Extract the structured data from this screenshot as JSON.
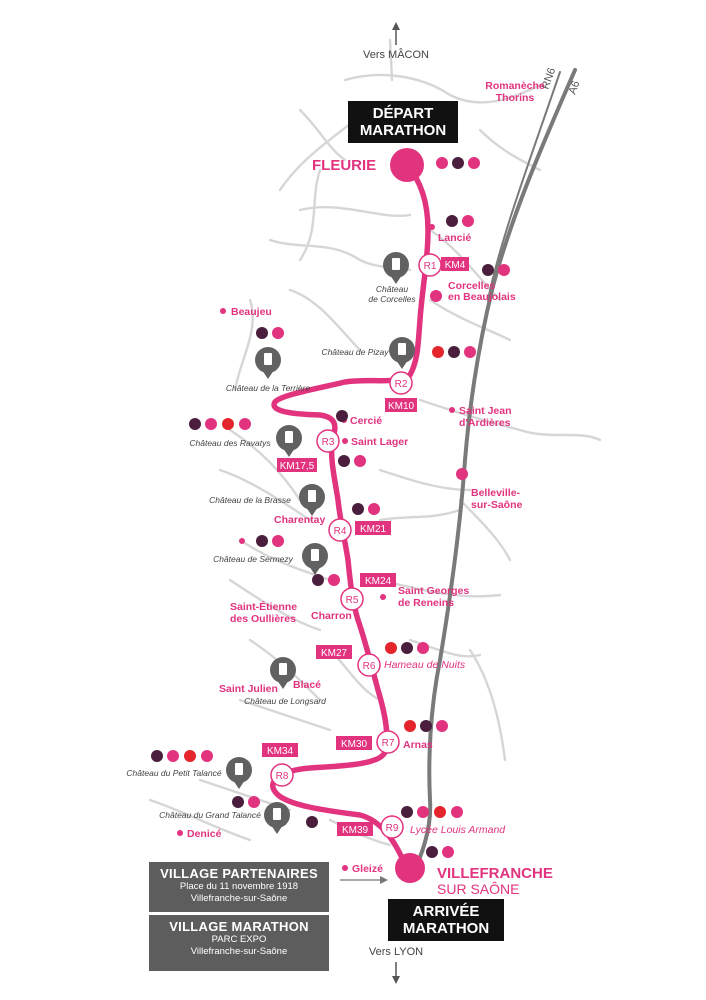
{
  "directions": {
    "north": "Vers MÂCON",
    "south": "Vers LYON"
  },
  "roads": {
    "rn6": "RN6",
    "a6": "A6"
  },
  "start_label": [
    "DÉPART",
    "MARATHON"
  ],
  "finish_label": [
    "ARRIVÉE",
    "MARATHON"
  ],
  "start_town": "FLEURIE",
  "finish_town": [
    "VILLEFRANCHE",
    "SUR SAÔNE"
  ],
  "towns": {
    "romaneche": [
      "Romanèche",
      "Thorins"
    ],
    "lancie": "Lancié",
    "corcelles": [
      "Corcelles",
      "en Beaujolais"
    ],
    "beaujeu": "Beaujeu",
    "saint_jean": [
      "Saint Jean",
      "d'Ardières"
    ],
    "cercie": "Cercié",
    "saint_lager": "Saint Lager",
    "belleville": [
      "Belleville-",
      "sur-Saône"
    ],
    "charentay": "Charentay",
    "saint_georges": [
      "Saint Georges",
      "de Reneins"
    ],
    "saint_etienne": [
      "Saint-Étienne",
      "des Oullières"
    ],
    "charron": "Charron",
    "hameau": "Hameau de Nuits",
    "saint_julien": "Saint Julien",
    "blace": "Blacé",
    "arnas": "Arnas",
    "lycee": "Lycée Louis Armand",
    "denice": "Denicé",
    "gleize": "Gleizé"
  },
  "chateaux": {
    "corcelles": [
      "Château",
      "de Corcelles"
    ],
    "pizay": "Château de Pizay",
    "terriere": "Château de la Terrière",
    "ravatys": "Château des Ravatys",
    "brasse": "Château de la Brasse",
    "sermezy": "Château de Sermezy",
    "longsard": "Château de Longsard",
    "petit_talance": "Château du Petit Talancé",
    "grand_talance": "Château du Grand Talancé"
  },
  "refreshments": [
    "R1",
    "R2",
    "R3",
    "R4",
    "R5",
    "R6",
    "R7",
    "R8",
    "R9"
  ],
  "km_markers": [
    "KM4",
    "KM10",
    "KM17,5",
    "KM21",
    "KM24",
    "KM27",
    "KM30",
    "KM34",
    "KM39"
  ],
  "village_partenaires": {
    "title": "VILLAGE PARTENAIRES",
    "line1": "Place du 11 novembre 1918",
    "line2": "Villefranche-sur-Saône"
  },
  "village_marathon": {
    "title": "VILLAGE MARATHON",
    "line1": "PARC EXPO",
    "line2": "Villefranche-sur-Saône"
  },
  "colors": {
    "route": "#e2337f",
    "icon_music": "#4a1f3d",
    "icon_food": "#e2337f",
    "icon_medical": "#e4262c",
    "icon_toilet": "#e2337f",
    "chateau": "#616161",
    "roads": "#cfcfcf",
    "highway": "#7a7a7a"
  }
}
